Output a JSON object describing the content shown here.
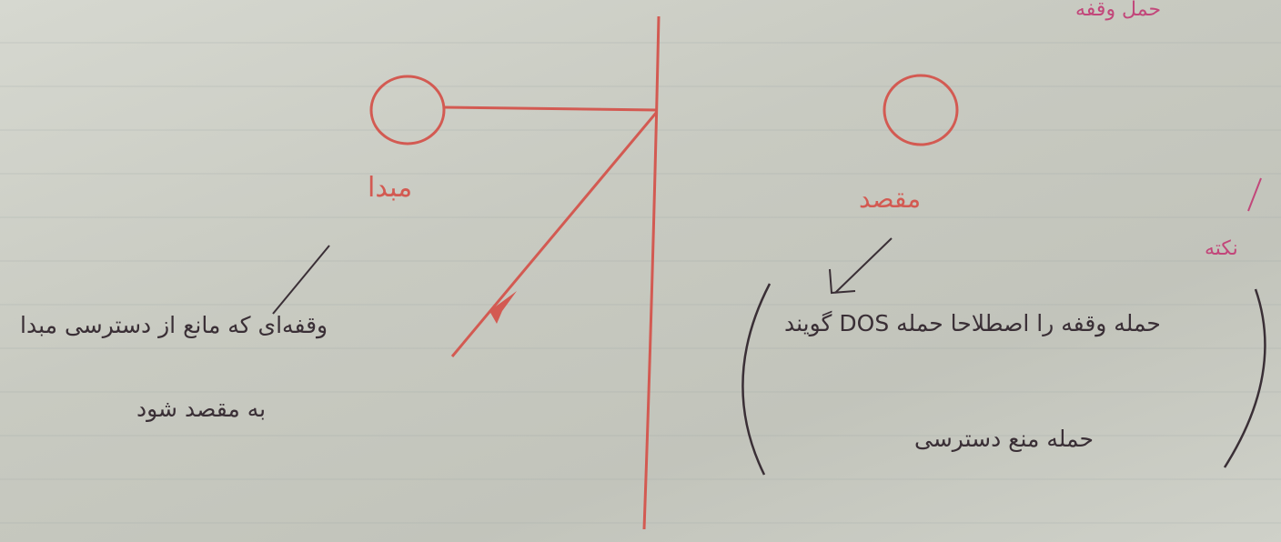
{
  "diagram": {
    "labels": {
      "origin": "مبدا",
      "destination": "مقصد"
    },
    "notes": {
      "left_line_1": "وقفه‌ای که مانع از دسترسی مبدا",
      "left_line_2": "به مقصد شود",
      "right_line_1": "حمله وقفه را اصطلاحا حمله DOS گویند",
      "right_line_2": "حمله منع دسترسی",
      "note_tag": "نکته"
    },
    "corner_text": "حمل وقفه",
    "colors": {
      "diagram_ink": "#d35a52",
      "text_ink": "#3a2f36",
      "accent_ink": "#c2477a",
      "paper": "#cfd1c9"
    }
  }
}
